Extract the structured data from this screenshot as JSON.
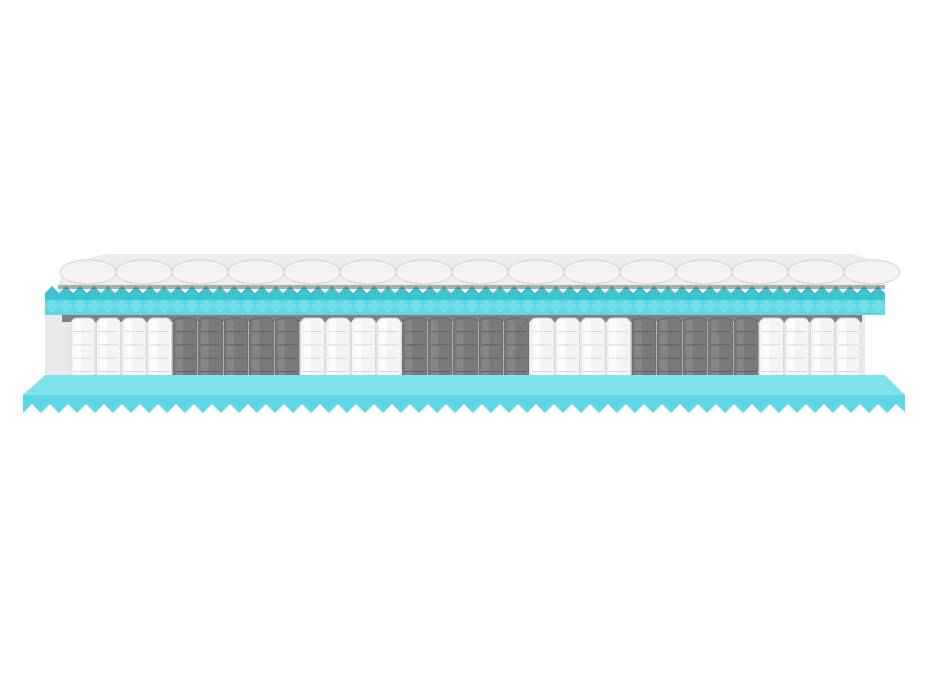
{
  "colors": {
    "background": "#ffffff",
    "foam": "#5fd6e3",
    "foam_dark": "#3fc3d3",
    "foam_top": "#7fe2ec",
    "cover": "#ececec",
    "cover_shadow": "#d4d4d4",
    "side_panel": "#e9e9e9",
    "coil_white": "#f4f4f4",
    "coil_grey": "#7a7a7a"
  },
  "coil_zones": [
    "white",
    "white",
    "white",
    "white",
    "grey",
    "grey",
    "grey",
    "grey",
    "grey",
    "white",
    "white",
    "white",
    "white",
    "grey",
    "grey",
    "grey",
    "grey",
    "grey",
    "white",
    "white",
    "white",
    "white",
    "grey",
    "grey",
    "grey",
    "grey",
    "grey",
    "white",
    "white",
    "white",
    "white"
  ]
}
